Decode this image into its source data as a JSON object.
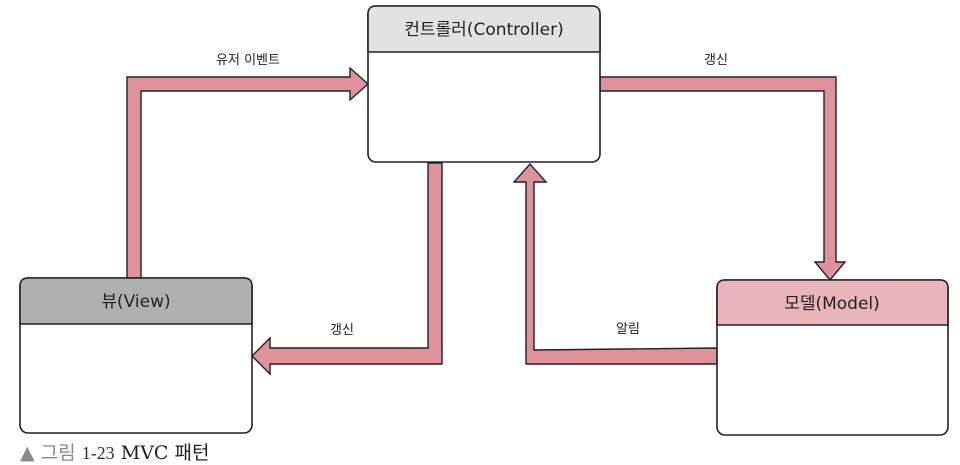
{
  "boxes": {
    "controller": {
      "title": "컨트롤러(Controller)",
      "header_color": "#e2e2e2"
    },
    "view": {
      "title": "뷰(View)",
      "header_color": "#b0b0b0"
    },
    "model": {
      "title": "모델(Model)",
      "header_color": "#eab4bc"
    }
  },
  "edges": {
    "user_event": "유저 이벤트",
    "update_model": "갱신",
    "update_view": "갱신",
    "notify": "알림"
  },
  "colors": {
    "arrow_fill": "#e0929c",
    "arrow_stroke": "#222222",
    "box_border": "#222222"
  },
  "caption": {
    "marker": "▲",
    "label": "그림",
    "number": "1-23",
    "title": "MVC 패턴"
  }
}
